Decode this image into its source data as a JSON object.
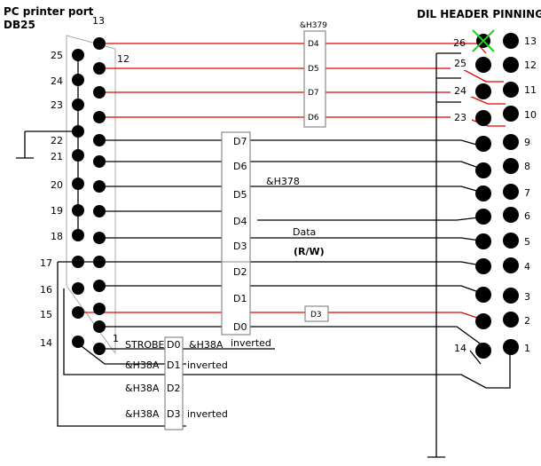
{
  "titles": {
    "left_line1": "PC printer port",
    "left_line2": "DB25",
    "right": "DIL HEADER PINNING"
  },
  "registers": {
    "h379": "&H379",
    "h378": "&H378",
    "h38a": "&H38A"
  },
  "labels": {
    "data": "Data",
    "rw": "(R/W)",
    "inverted": "inverted",
    "strobe": "STROBE"
  },
  "db25_pins": [
    "13",
    "12",
    "25",
    "24",
    "23",
    "22",
    "21",
    "20",
    "19",
    "18",
    "17",
    "16",
    "15",
    "14",
    "1"
  ],
  "dil_pins_left": [
    "26",
    "25",
    "24",
    "23"
  ],
  "dil_pins_right": [
    "13",
    "12",
    "11",
    "10",
    "9",
    "8",
    "7",
    "6",
    "5",
    "4",
    "3",
    "2",
    "1"
  ],
  "dil_pin_14": "14",
  "h379_bits": [
    "D4",
    "D5",
    "D7",
    "D6"
  ],
  "h378_bits": [
    "D7",
    "D6",
    "D5",
    "D4",
    "D3",
    "D2",
    "D1",
    "D0"
  ],
  "h38a_bits": [
    "D0",
    "D1",
    "D2",
    "D3"
  ],
  "d3_box": "D3",
  "colors": {
    "red_wire": "#e00000",
    "box_border": "#888888",
    "pin": "#000000"
  }
}
